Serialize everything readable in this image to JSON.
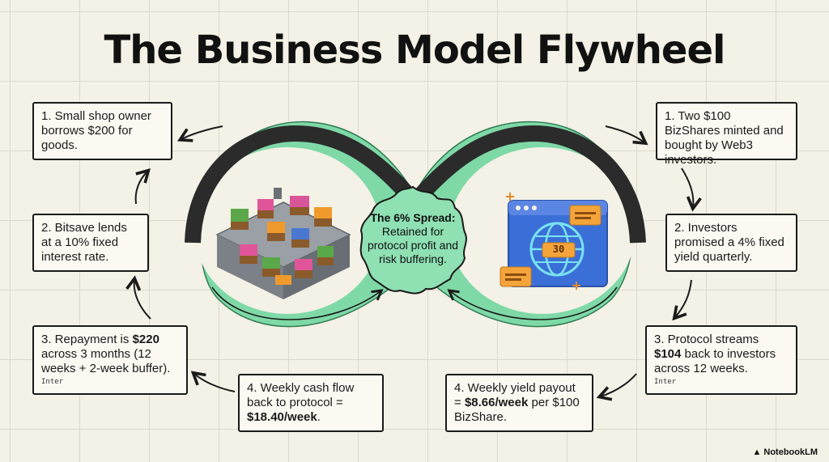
{
  "title": "The Business Model Flywheel",
  "center": {
    "heading": "The 6% Spread:",
    "body": "Retained for protocol profit and risk buffering."
  },
  "left_steps": [
    {
      "text": "1. Small shop owner borrows $200 for goods."
    },
    {
      "text": "2. Bitsave lends at a 10% fixed interest rate."
    },
    {
      "pre": "3. Repayment is ",
      "bold": "$220",
      "post": " across 3 months (12 weeks + 2-week buffer).",
      "tag": "Inter"
    },
    {
      "pre": "4. Weekly cash flow back to protocol = ",
      "bold": "$18.40/week",
      "post": "."
    }
  ],
  "right_steps": [
    {
      "text": "1. Two $100 BizShares minted and bought by Web3 investors."
    },
    {
      "text": "2. Investors promised a 4% fixed yield quarterly."
    },
    {
      "pre": "3. Protocol streams ",
      "bold": "$104",
      "post": " back to investors across 12 weeks.",
      "tag": "Inter"
    },
    {
      "pre": "4. Weekly yield payout = ",
      "bold": "$8.66/week",
      "post": " per $100 BizShare."
    }
  ],
  "left_illustration": "market-stalls-illustration",
  "right_illustration": {
    "name": "web3-globe-window-illustration",
    "badge": "30"
  },
  "brand": "NotebookLM",
  "colors": {
    "loop_green": "#7ed9a6",
    "loop_dark": "#2b2b2b",
    "background": "#f4f1e6"
  }
}
